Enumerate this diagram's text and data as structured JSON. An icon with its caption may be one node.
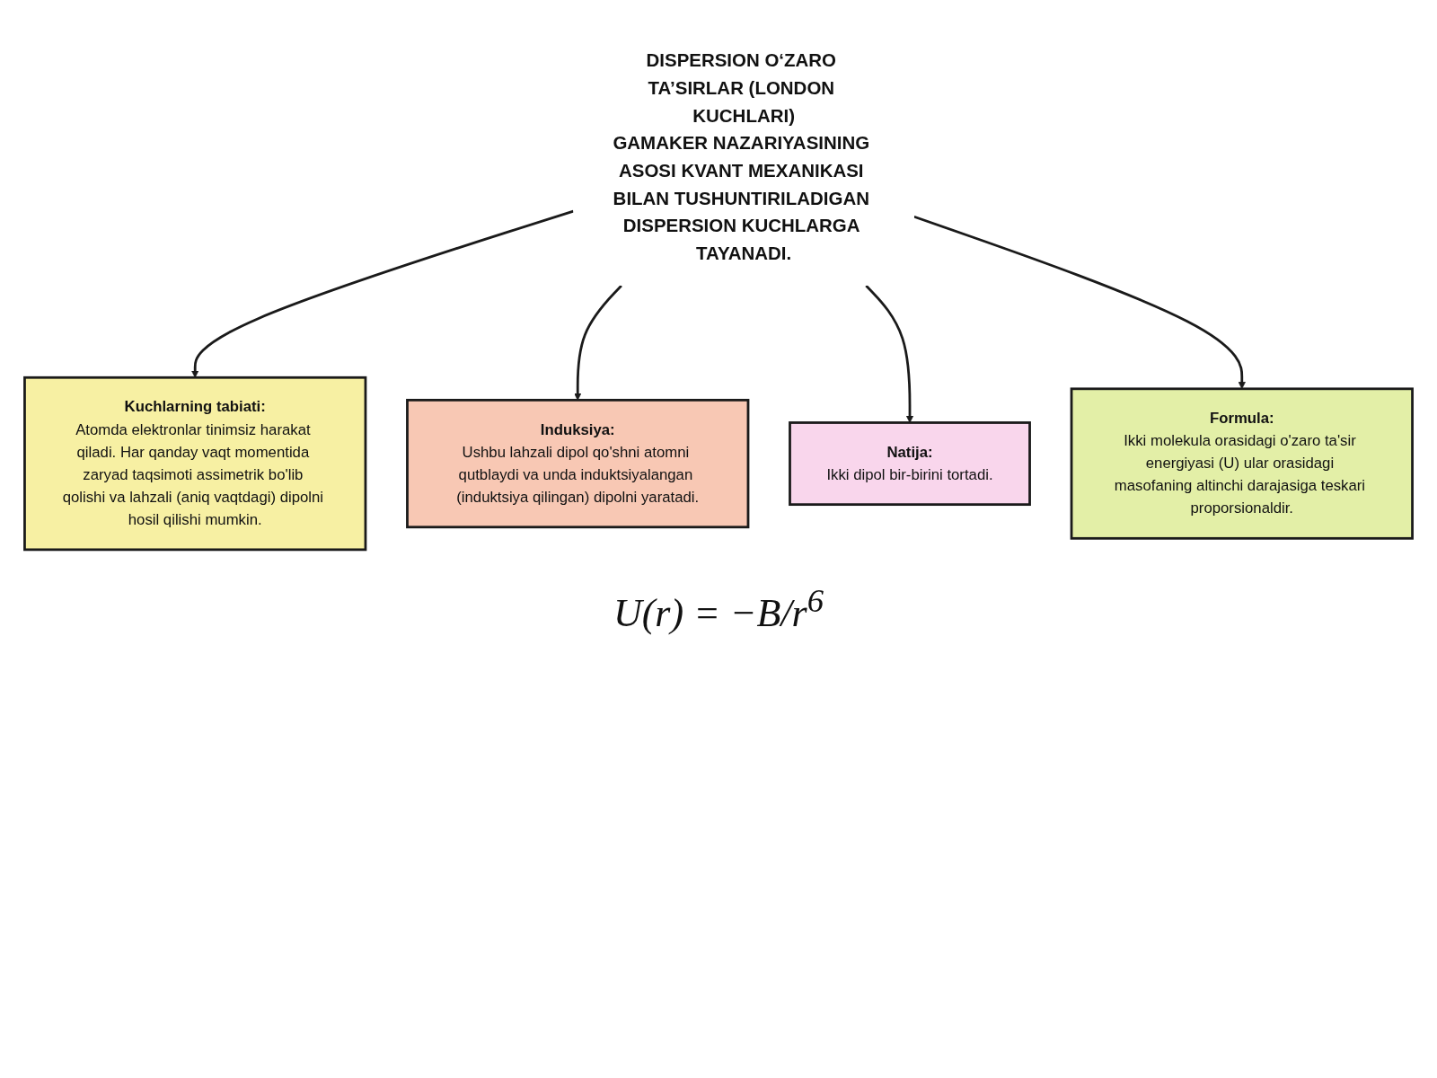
{
  "diagram": {
    "nodes": [
      {
        "text": [
          "DISPERSION O‘ZARO TA’SIRLAR (LONDON KUCHLARI)",
          "GAMAKER NAZARIYASINING ASOSI KVANT MEXANIKASI BILAN TUSHUNTIRILADIGAN DISPERSION KUCHLARGA TAYANADI."
        ]
      },
      {
        "text": [
          "Kuchlarning tabiati:",
          "Atomda elektronlar tinimsiz harakat qiladi. Har qanday vaqt momentida zaryad taqsimoti assimetrik bo'lib qolishi va lahzali (aniq vaqtdagi) dipolni hosil qilishi mumkin."
        ]
      },
      {
        "text": [
          "Induksiya:",
          "Ushbu lahzali dipol qo'shni atomni qutblaydi va unda induktsiyalangan (induktsiya qilingan) dipolni yaratadi."
        ]
      },
      {
        "text": [
          "Natija:",
          "Ikki dipol bir-birini tortadi."
        ]
      },
      {
        "text": [
          "Formula:",
          "Ikki molekula orasidagi o'zaro ta'sir energiyasi (U) ular orasidagi masofaning altinchi darajasiga teskari proporsionaldir."
        ]
      }
    ],
    "edges": [
      {
        "from": 0,
        "to": 1,
        "arrow": "to"
      },
      {
        "from": 0,
        "to": 2,
        "arrow": "to"
      },
      {
        "from": 0,
        "to": 3,
        "arrow": "to"
      },
      {
        "from": 0,
        "to": 4,
        "arrow": "to"
      }
    ],
    "labels": [
      "U(r) = −B/r$^{6}$"
    ]
  }
}
